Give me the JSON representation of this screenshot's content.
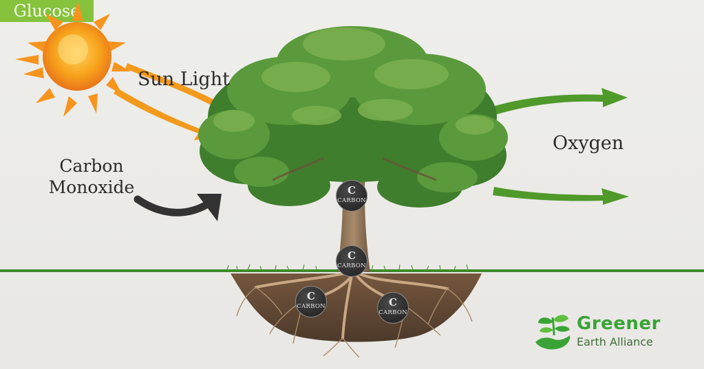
{
  "labels": {
    "sunlight": "Sun Light",
    "carbon_monoxide": "Carbon Monoxide",
    "oxygen": "Oxygen",
    "glucose": "Glucose"
  },
  "carbon_atoms": [
    {
      "symbol": "C",
      "word": "CARBON"
    },
    {
      "symbol": "C",
      "word": "CARBON"
    },
    {
      "symbol": "C",
      "word": "CARBON"
    },
    {
      "symbol": "C",
      "word": "CARBON"
    }
  ],
  "logo": {
    "name": "Greener",
    "tagline": "Earth Alliance",
    "icon": "sprout-in-hand-icon"
  },
  "colors": {
    "sun": "#f7a21b",
    "sunlight_arrow": "#f39a1c",
    "oxygen_arrow": "#4f9a2a",
    "co_arrow": "#333333",
    "glucose_tag": "#86c23c",
    "foliage": "#4e8f36",
    "ground": "#3f8a2a",
    "brand": "#3aa336"
  }
}
